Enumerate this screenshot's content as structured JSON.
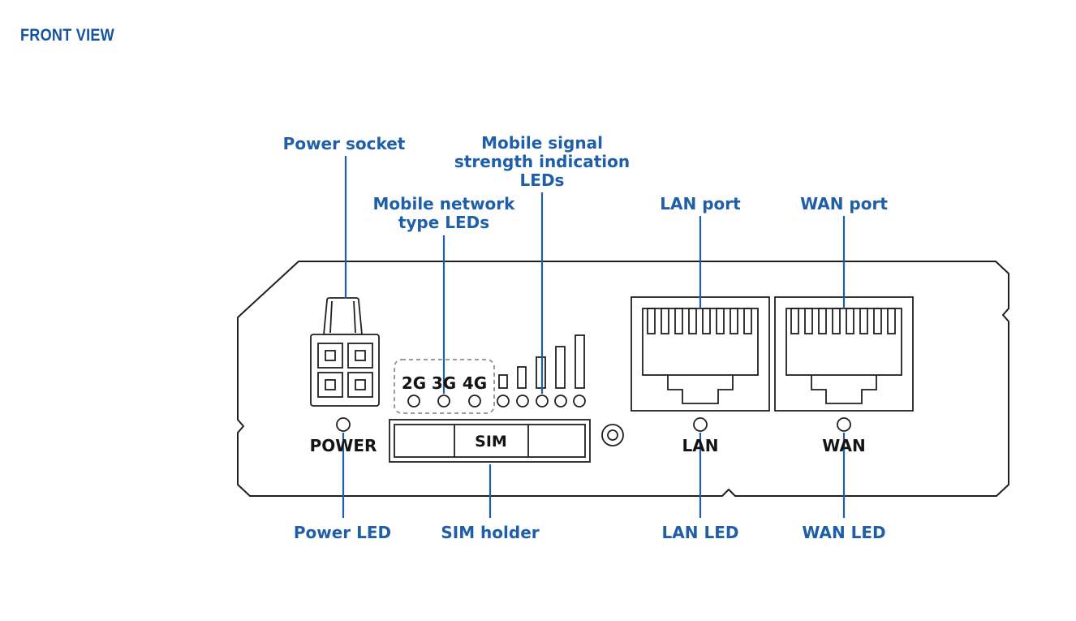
{
  "title": "FRONT VIEW",
  "colors": {
    "accent_blue": "#1f5fa9",
    "title_blue": "#14539e",
    "drawing_line": "#231f20",
    "background": "#ffffff"
  },
  "callouts": {
    "power_socket": "Power socket",
    "mobile_network_type": [
      "Mobile network",
      "type LEDs"
    ],
    "mobile_signal_strength": [
      "Mobile signal",
      "strength indication",
      "LEDs"
    ],
    "lan_port": "LAN port",
    "wan_port": "WAN port",
    "power_led": "Power LED",
    "sim_holder": "SIM holder",
    "lan_led": "LAN LED",
    "wan_led": "WAN LED"
  },
  "panel": {
    "power_label": "POWER",
    "network_type_labels": [
      "2G",
      "3G",
      "4G"
    ],
    "sim_label": "SIM",
    "lan_label": "LAN",
    "wan_label": "WAN"
  }
}
